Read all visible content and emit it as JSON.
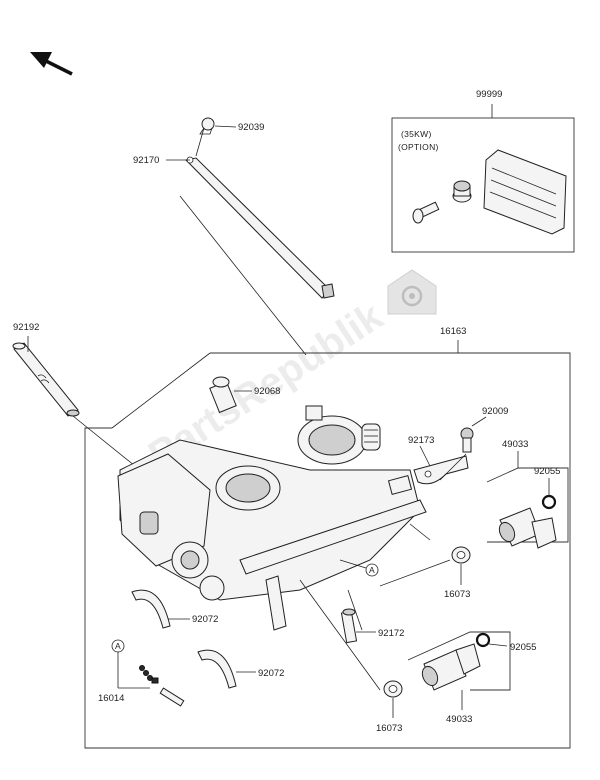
{
  "watermark": "PartsRepublik",
  "callout_ref_letter": "A",
  "option_box": {
    "line1": "(35KW)",
    "line2": "(OPTION)"
  },
  "parts": {
    "p99999": "99999",
    "p92039": "92039",
    "p92170": "92170",
    "p92192": "92192",
    "p16163": "16163",
    "p92068": "92068",
    "p92009": "92009",
    "p92173": "92173",
    "p49033_top": "49033",
    "p92055_top": "92055",
    "p16073_top": "16073",
    "p92072_a": "92072",
    "p92172": "92172",
    "p92055_bottom": "92055",
    "p92072_b": "92072",
    "p16014": "16014",
    "p16073_bottom": "16073",
    "p49033_bottom": "49033"
  },
  "icons": {
    "direction": "front-arrow-icon",
    "watermark_logo": "gear-logo-icon"
  }
}
